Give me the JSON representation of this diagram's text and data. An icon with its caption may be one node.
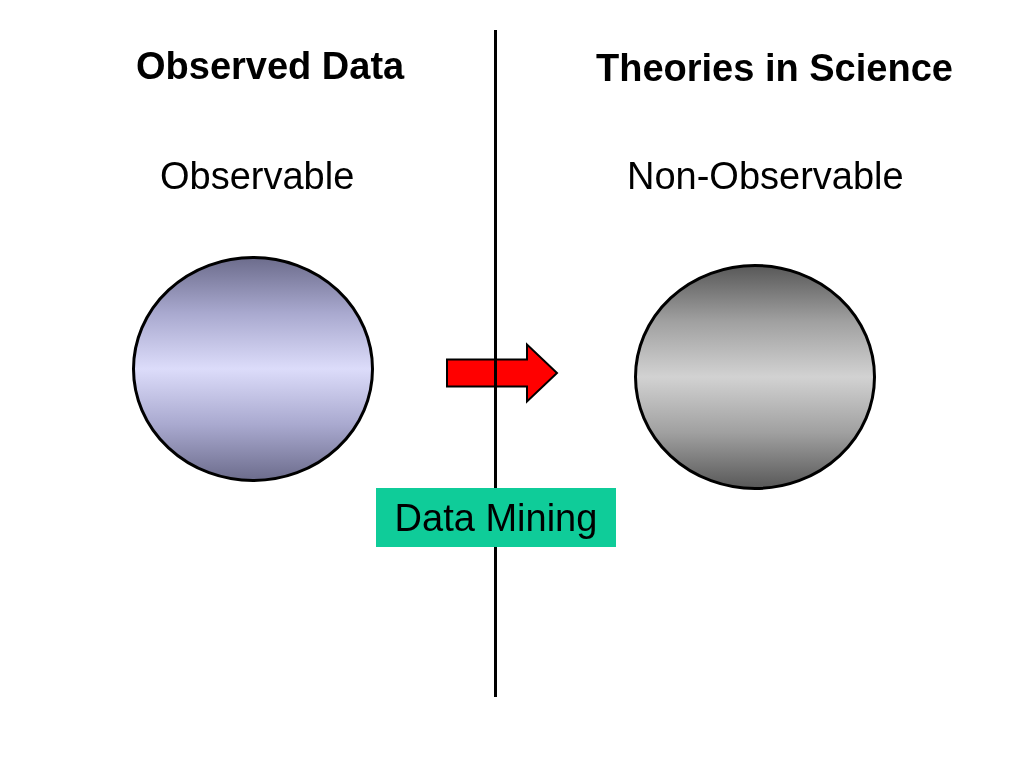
{
  "diagram": {
    "nodes": [
      {
        "text": [],
        "shape": "circle"
      },
      {
        "text": [],
        "shape": "circle"
      },
      {
        "text": [
          "Data Mining"
        ]
      }
    ],
    "edges": [
      {
        "from": 0,
        "to": 1,
        "arrow": "to",
        "style": "thick",
        "color": "#ff0000"
      }
    ],
    "labels": [
      "Observed Data",
      "Theories in Science",
      "Observable",
      "Non-Observable"
    ]
  }
}
